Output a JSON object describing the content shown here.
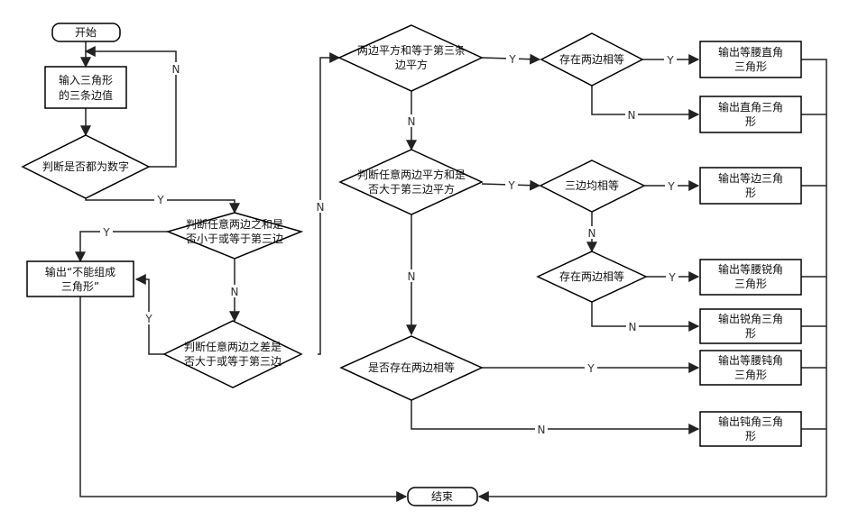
{
  "nodes": {
    "start": "开始",
    "input_l1": "输入三角形",
    "input_l2": "的三条边值",
    "is_number": "判断是否都为数字",
    "sum_l1": "判断任意两边之和是",
    "sum_l2": "否小于或等于第三边",
    "diff_l1": "判断任意两边之差是",
    "diff_l2": "否大于或等于第三边",
    "cannot_l1": "输出“不能组成",
    "cannot_l2": "三角形”",
    "right_l1": "两边平方和等于第三条",
    "right_l2": "边平方",
    "greater_l1": "判断任意两边平方和是",
    "greater_l2": "否大于第三边平方",
    "obtuse_check": "是否存在两边相等",
    "right_iso_check": "存在两边相等",
    "equi_check": "三边均相等",
    "acute_iso_check": "存在两边相等",
    "out_iso_right_l1": "输出等腰直角",
    "out_iso_right_l2": "三角形",
    "out_right_l1": "输出直角三角",
    "out_right_l2": "形",
    "out_equi_l1": "输出等边三角",
    "out_equi_l2": "形",
    "out_iso_acute_l1": "输出等腰锐角",
    "out_iso_acute_l2": "三角形",
    "out_acute_l1": "输出锐角三角",
    "out_acute_l2": "形",
    "out_iso_obtuse_l1": "输出等腰钝角",
    "out_iso_obtuse_l2": "三角形",
    "out_obtuse_l1": "输出钝角三角",
    "out_obtuse_l2": "形",
    "end": "结束"
  },
  "edge_labels": {
    "yes": "Y",
    "no": "N"
  }
}
